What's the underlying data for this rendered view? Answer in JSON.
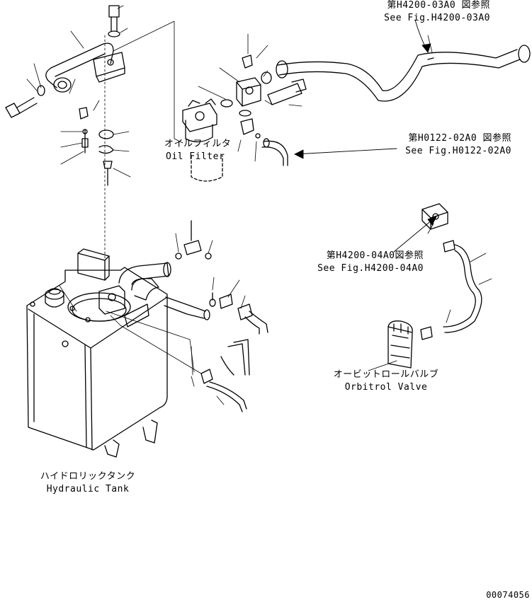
{
  "labels": {
    "ref_h4200_03a0_jp": "第H4200-03A0 図参照",
    "ref_h4200_03a0_en": "See Fig.H4200-03A0",
    "ref_h0122_02a0_jp": "第H0122-02A0 図参照",
    "ref_h0122_02a0_en": "See Fig.H0122-02A0",
    "ref_h4200_04a0_jp": "第H4200-04A0図参照",
    "ref_h4200_04a0_en": "See Fig.H4200-04A0",
    "oil_filter_jp": "オイルフィルタ",
    "oil_filter_en": "Oil Filter",
    "orbitrol_valve_jp": "オービットロールバルブ",
    "orbitrol_valve_en": "Orbitrol Valve",
    "hydraulic_tank_jp": "ハイドロリックタンク",
    "hydraulic_tank_en": "Hydraulic Tank",
    "drawing_number": "00074056"
  }
}
